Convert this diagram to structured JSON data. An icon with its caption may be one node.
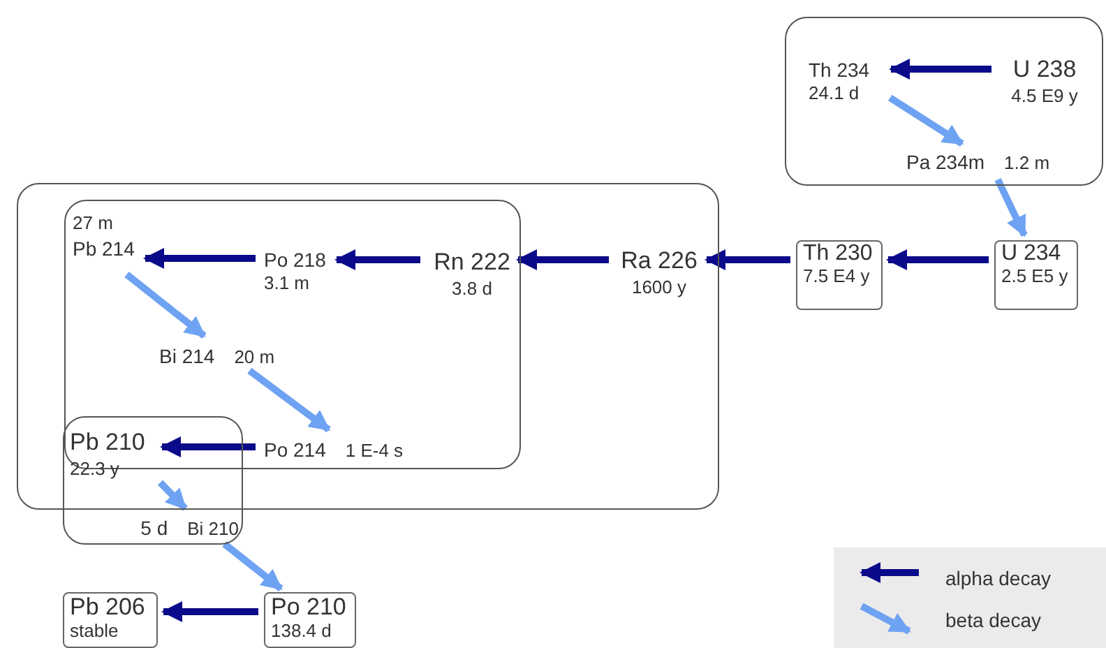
{
  "diagram": {
    "nodes": [
      {
        "text": [],
        "shape": "box"
      },
      {
        "text": [
          "U 238",
          "4.5 E9 y"
        ],
        "in": 0
      },
      {
        "text": [
          "Th 234",
          "24.1 d"
        ],
        "in": 0
      },
      {
        "text": [
          "Pa 234m",
          "1.2 m"
        ],
        "in": 0
      },
      {
        "text": [
          "U 234",
          "2.5 E5 y"
        ]
      },
      {
        "text": [
          "Th 230",
          "7.5 E4 y"
        ]
      },
      {
        "text": [],
        "shape": "box"
      },
      {
        "text": [
          "Ra 226",
          "1600 y"
        ],
        "in": 6
      },
      {
        "text": [],
        "shape": "box",
        "in": 6
      },
      {
        "text": [
          "Rn 222",
          "3.8 d"
        ],
        "in": 8
      },
      {
        "text": [
          "Po 218",
          "3.1 m"
        ],
        "in": 8
      },
      {
        "text": [
          "27 m",
          "Pb 214"
        ],
        "in": 8
      },
      {
        "text": [
          "Bi 214",
          "20 m"
        ],
        "in": 8
      },
      {
        "text": [
          "Po 214",
          "1 E-4 s"
        ],
        "in": 8
      },
      {
        "text": [],
        "shape": "box"
      },
      {
        "text": [
          "Pb 210",
          "22.3 y"
        ]
      },
      {
        "text": [
          "5 d",
          "Bi 210"
        ],
        "in": 14
      },
      {
        "text": [
          "Po 210",
          "138.4 d"
        ]
      },
      {
        "text": [
          "Pb 206",
          "stable"
        ]
      }
    ],
    "edges": [
      {
        "from": 1,
        "to": 2,
        "arrow": "to"
      },
      {
        "from": 2,
        "to": 3,
        "arrow": "to",
        "color": "#6ea2f2"
      },
      {
        "from": 3,
        "to": 4,
        "arrow": "to",
        "color": "#6ea2f2"
      },
      {
        "from": 4,
        "to": 5,
        "arrow": "to"
      },
      {
        "from": 5,
        "to": 7,
        "arrow": "to"
      },
      {
        "from": 7,
        "to": 9,
        "arrow": "to"
      },
      {
        "from": 9,
        "to": 10,
        "arrow": "to"
      },
      {
        "from": 10,
        "to": 11,
        "arrow": "to"
      },
      {
        "from": 11,
        "to": 12,
        "arrow": "to",
        "color": "#6ea2f2"
      },
      {
        "from": 12,
        "to": 13,
        "arrow": "to",
        "color": "#6ea2f2"
      },
      {
        "from": 13,
        "to": 15,
        "arrow": "to"
      },
      {
        "from": 15,
        "to": 16,
        "arrow": "to",
        "color": "#6ea2f2"
      },
      {
        "from": 16,
        "to": 17,
        "arrow": "to",
        "color": "#6ea2f2"
      },
      {
        "from": 17,
        "to": 18,
        "arrow": "to"
      }
    ],
    "legend": [
      {
        "text": "alpha decay"
      },
      {
        "text": "beta decay"
      }
    ]
  }
}
